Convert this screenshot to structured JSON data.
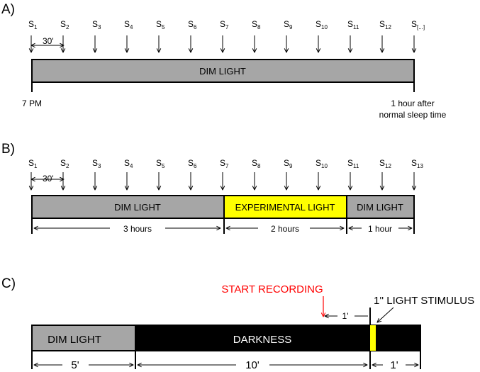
{
  "colors": {
    "dim": "#a6a6a6",
    "experimental": "#ffff00",
    "darkness": "#000000",
    "recording": "#ff0000",
    "stimulus": "#ffff00"
  },
  "panel_a": {
    "label": "A)",
    "samples": [
      {
        "main": "S",
        "sub": "1"
      },
      {
        "main": "S",
        "sub": "2"
      },
      {
        "main": "S",
        "sub": "3"
      },
      {
        "main": "S",
        "sub": "4"
      },
      {
        "main": "S",
        "sub": "5"
      },
      {
        "main": "S",
        "sub": "6"
      },
      {
        "main": "S",
        "sub": "7"
      },
      {
        "main": "S",
        "sub": "8"
      },
      {
        "main": "S",
        "sub": "9"
      },
      {
        "main": "S",
        "sub": "10"
      },
      {
        "main": "S",
        "sub": "11"
      },
      {
        "main": "S",
        "sub": "12"
      },
      {
        "main": "S",
        "sub": "[...]"
      }
    ],
    "interval": "30'",
    "bar_label": "DIM LIGHT",
    "start_time": "7 PM",
    "end_time_line1": "1 hour after",
    "end_time_line2": "normal sleep time"
  },
  "panel_b": {
    "label": "B)",
    "samples": [
      {
        "main": "S",
        "sub": "1"
      },
      {
        "main": "S",
        "sub": "2"
      },
      {
        "main": "S",
        "sub": "3"
      },
      {
        "main": "S",
        "sub": "4"
      },
      {
        "main": "S",
        "sub": "5"
      },
      {
        "main": "S",
        "sub": "6"
      },
      {
        "main": "S",
        "sub": "7"
      },
      {
        "main": "S",
        "sub": "8"
      },
      {
        "main": "S",
        "sub": "9"
      },
      {
        "main": "S",
        "sub": "10"
      },
      {
        "main": "S",
        "sub": "11"
      },
      {
        "main": "S",
        "sub": "12"
      },
      {
        "main": "S",
        "sub": "13"
      }
    ],
    "interval": "30'",
    "segments": [
      {
        "label": "DIM LIGHT",
        "duration": "3 hours"
      },
      {
        "label": "EXPERIMENTAL LIGHT",
        "duration": "2 hours"
      },
      {
        "label": "DIM LIGHT",
        "duration": "1 hour"
      }
    ]
  },
  "panel_c": {
    "label": "C)",
    "start_recording": "START RECORDING",
    "stimulus_label": "1'' LIGHT STIMULUS",
    "pre_stimulus": "1'",
    "segments": [
      {
        "label": "DIM LIGHT",
        "duration": "5'"
      },
      {
        "label": "DARKNESS",
        "duration": "10'"
      },
      {
        "label": "",
        "duration": "1'"
      }
    ]
  }
}
